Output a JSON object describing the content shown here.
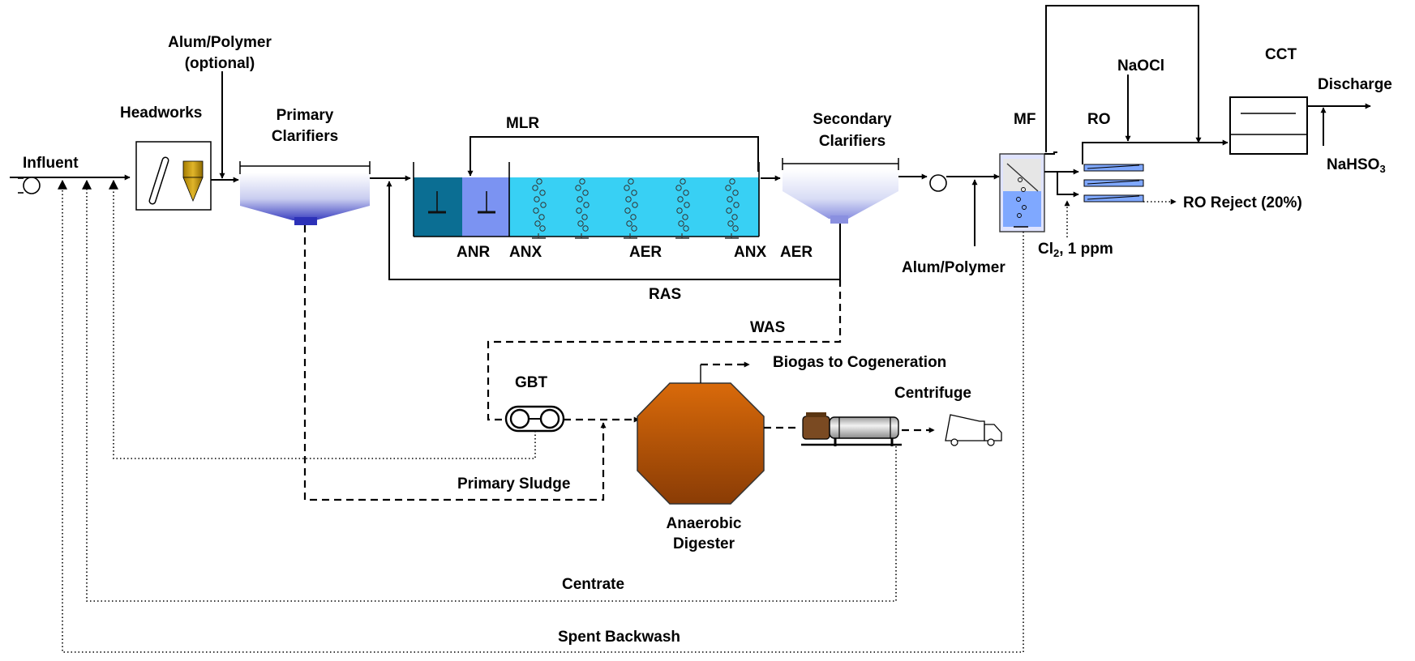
{
  "labels": {
    "influent": "Influent",
    "alum_polymer_optional_1": "Alum/Polymer",
    "alum_polymer_optional_2": "(optional)",
    "headworks": "Headworks",
    "primary_clarifiers_1": "Primary",
    "primary_clarifiers_2": "Clarifiers",
    "mlr": "MLR",
    "anr": "ANR",
    "anx1": "ANX",
    "aer1": "AER",
    "anx2": "ANX",
    "aer2": "AER",
    "secondary_clarifiers_1": "Secondary",
    "secondary_clarifiers_2": "Clarifiers",
    "ras": "RAS",
    "was": "WAS",
    "mf": "MF",
    "alum_polymer": "Alum/Polymer",
    "cl2_prefix": "Cl",
    "cl2_sub": "2",
    "cl2_suffix": ", 1 ppm",
    "ro": "RO",
    "naocl": "NaOCl",
    "ro_reject": "RO Reject (20%)",
    "cct": "CCT",
    "discharge": "Discharge",
    "nahso3_prefix": "NaHSO",
    "nahso3_sub": "3",
    "biogas": "Biogas to Cogeneration",
    "gbt": "GBT",
    "centrifuge": "Centrifuge",
    "primary_sludge": "Primary Sludge",
    "anaerobic_1": "Anaerobic",
    "anaerobic_2": "Digester",
    "centrate": "Centrate",
    "spent_backwash": "Spent Backwash"
  }
}
